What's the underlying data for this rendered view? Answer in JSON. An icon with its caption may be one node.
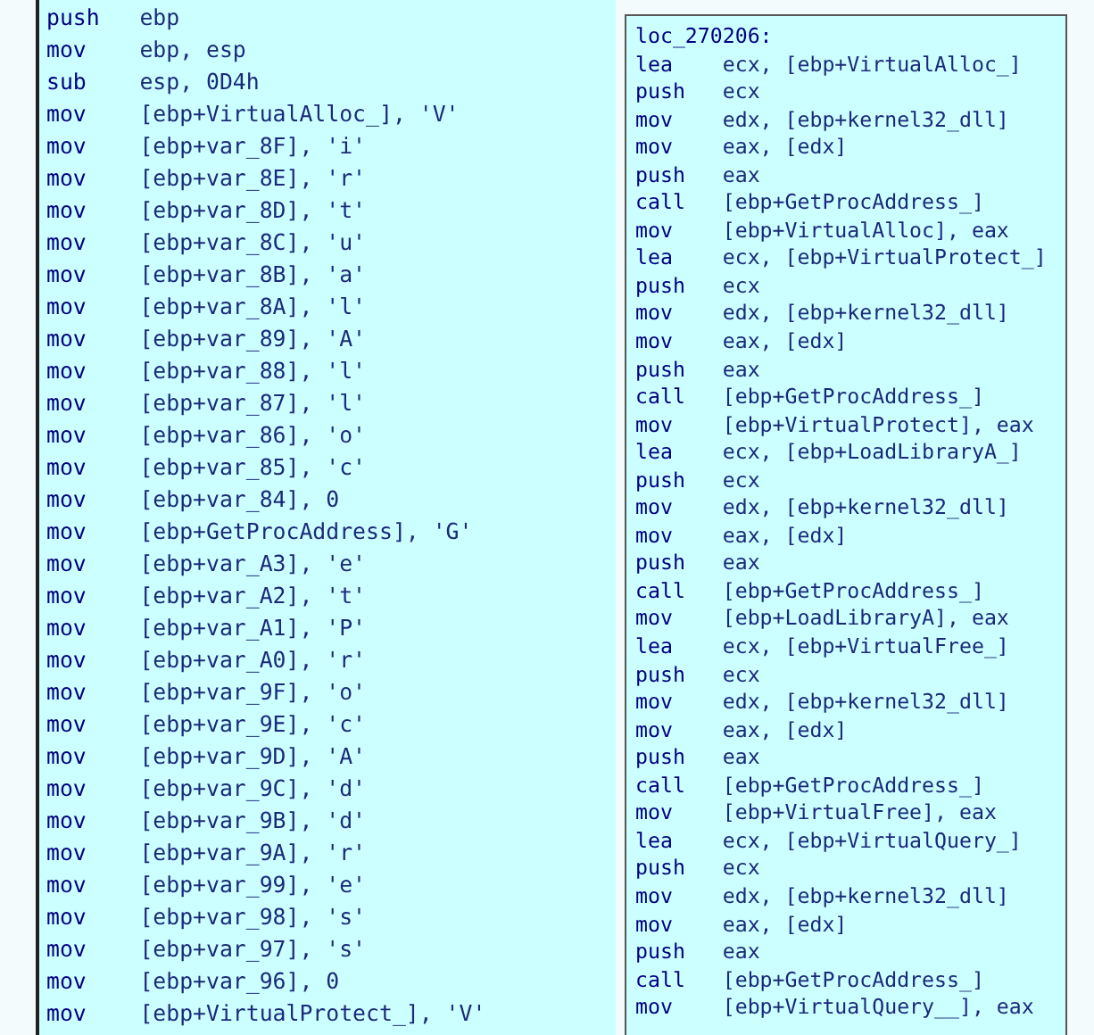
{
  "diagram": {
    "nodes": [
      {
        "text": [
          "push ebp",
          "mov ebp, esp",
          "sub esp, 0D4h",
          "mov [ebp+VirtualAlloc_], 'V'",
          "mov [ebp+var_8F], 'i'",
          "mov [ebp+var_8E], 'r'",
          "mov [ebp+var_8D], 't'",
          "mov [ebp+var_8C], 'u'",
          "mov [ebp+var_8B], 'a'",
          "mov [ebp+var_8A], 'l'",
          "mov [ebp+var_89], 'A'",
          "mov [ebp+var_88], 'l'",
          "mov [ebp+var_87], 'l'",
          "mov [ebp+var_86], 'o'",
          "mov [ebp+var_85], 'c'",
          "mov [ebp+var_84], 0",
          "mov [ebp+GetProcAddress], 'G'",
          "mov [ebp+var_A3], 'e'",
          "mov [ebp+var_A2], 't'",
          "mov [ebp+var_A1], 'P'",
          "mov [ebp+var_A0], 'r'",
          "mov [ebp+var_9F], 'o'",
          "mov [ebp+var_9E], 'c'",
          "mov [ebp+var_9D], 'A'",
          "mov [ebp+var_9C], 'd'",
          "mov [ebp+var_9B], 'd'",
          "mov [ebp+var_9A], 'r'",
          "mov [ebp+var_99], 'e'",
          "mov [ebp+var_98], 's'",
          "mov [ebp+var_97], 's'",
          "mov [ebp+var_96], 0",
          "mov [ebp+VirtualProtect_], 'V'"
        ]
      },
      {
        "text": [
          "loc_270206:",
          "lea ecx, [ebp+VirtualAlloc_]",
          "push ecx",
          "mov edx, [ebp+kernel32_dll]",
          "mov eax, [edx]",
          "push eax",
          "call [ebp+GetProcAddress_]",
          "mov [ebp+VirtualAlloc], eax",
          "lea ecx, [ebp+VirtualProtect_]",
          "push ecx",
          "mov edx, [ebp+kernel32_dll]",
          "mov eax, [edx]",
          "push eax",
          "call [ebp+GetProcAddress_]",
          "mov [ebp+VirtualProtect], eax",
          "lea ecx, [ebp+LoadLibraryA_]",
          "push ecx",
          "mov edx, [ebp+kernel32_dll]",
          "mov eax, [edx]",
          "push eax",
          "call [ebp+GetProcAddress_]",
          "mov [ebp+LoadLibraryA], eax",
          "lea ecx, [ebp+VirtualFree_]",
          "push ecx",
          "mov edx, [ebp+kernel32_dll]",
          "mov eax, [edx]",
          "push eax",
          "call [ebp+GetProcAddress_]",
          "mov [ebp+VirtualFree], eax",
          "lea ecx, [ebp+VirtualQuery_]",
          "push ecx",
          "mov edx, [ebp+kernel32_dll]",
          "mov eax, [edx]",
          "push eax",
          "call [ebp+GetProcAddress_]",
          "mov [ebp+VirtualQuery__], eax"
        ]
      }
    ]
  }
}
